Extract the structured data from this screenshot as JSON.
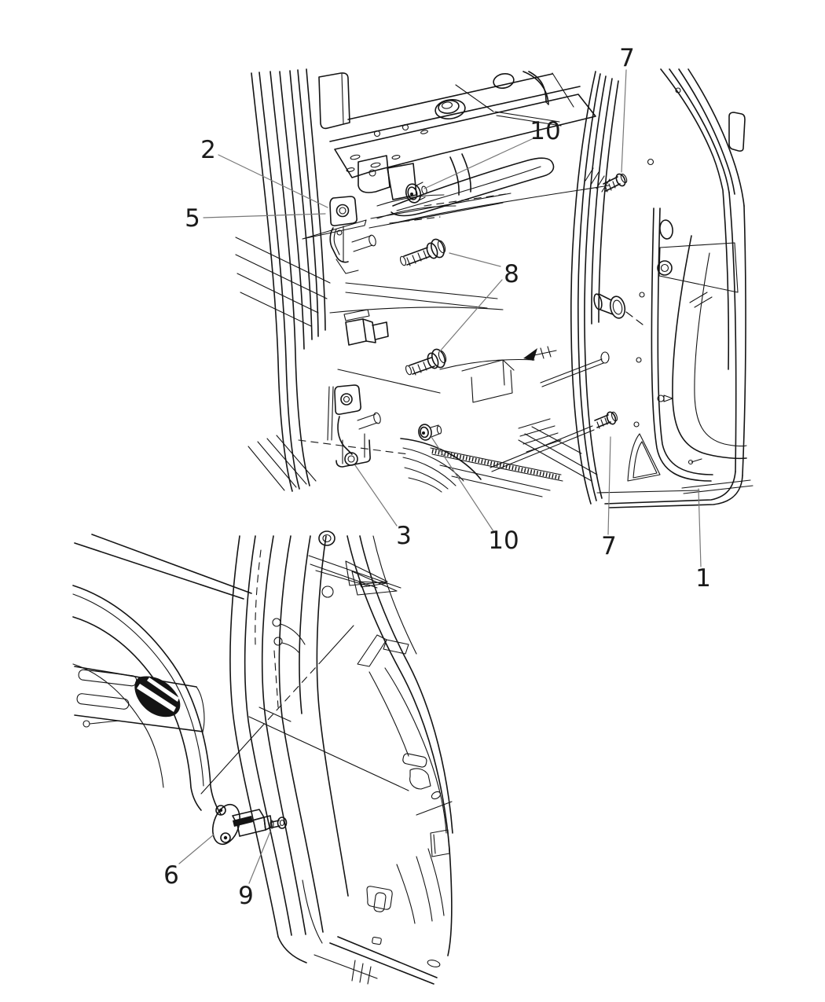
{
  "figure": {
    "background_color": "#ffffff",
    "line_color": "#141414",
    "leader_line_color": "#787878",
    "callouts": {
      "upper_view": [
        {
          "id": "7-upper",
          "label": "7"
        },
        {
          "id": "10-upper",
          "label": "10"
        },
        {
          "id": "2",
          "label": "2"
        },
        {
          "id": "5",
          "label": "5"
        },
        {
          "id": "8",
          "label": "8"
        },
        {
          "id": "3",
          "label": "3"
        },
        {
          "id": "10-lower",
          "label": "10"
        },
        {
          "id": "7-lower",
          "label": "7"
        },
        {
          "id": "1",
          "label": "1"
        }
      ],
      "lower_view": [
        {
          "id": "6",
          "label": "6"
        },
        {
          "id": "9",
          "label": "9"
        }
      ]
    }
  }
}
